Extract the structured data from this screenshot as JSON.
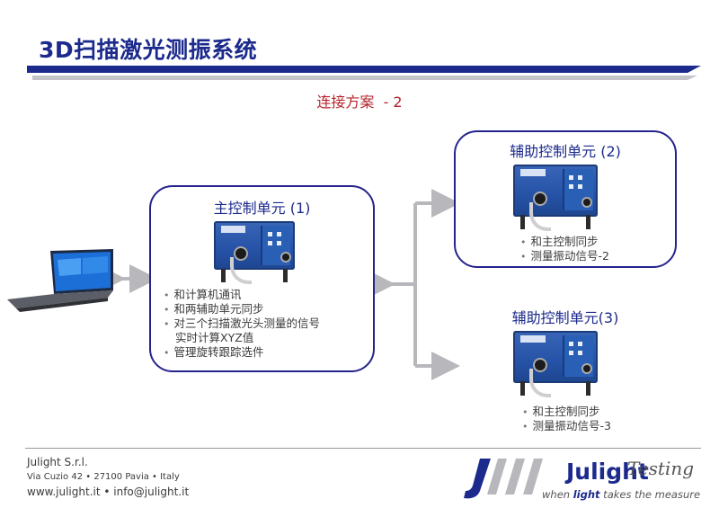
{
  "header": {
    "title": "3D扫描激光测振系统",
    "subtitle": "连接方案  - 2"
  },
  "main_unit": {
    "title": "主控制单元 (1)",
    "bullets": [
      "和计算机通讯",
      "和两辅助单元同步",
      "对三个扫描激光头测量的信号",
      "实时计算XYZ值",
      "管理旋转跟踪选件"
    ]
  },
  "aux_unit_2": {
    "title": "辅助控制单元 (2)",
    "bullets": [
      "和主控制同步",
      "测量振动信号-2"
    ]
  },
  "aux_unit_3": {
    "title": "辅助控制单元(3)",
    "bullets": [
      "和主控制同步",
      "测量振动信号-3"
    ]
  },
  "footer": {
    "company": "Julight S.r.l.",
    "address": "Via Cuzio 42 • 27100 Pavia • Italy",
    "contacts": "www.julight.it  •  info@julight.it",
    "logo_text": "Julight",
    "logo_overlay": "Testing",
    "tagline_pre": "when ",
    "tagline_bold": "light",
    "tagline_post": " takes the measure"
  },
  "colors": {
    "brand": "#1b2a8c",
    "accent_red": "#b4232a",
    "device_blue": "#2552a6",
    "arrow_gray": "#b8b8bc"
  }
}
